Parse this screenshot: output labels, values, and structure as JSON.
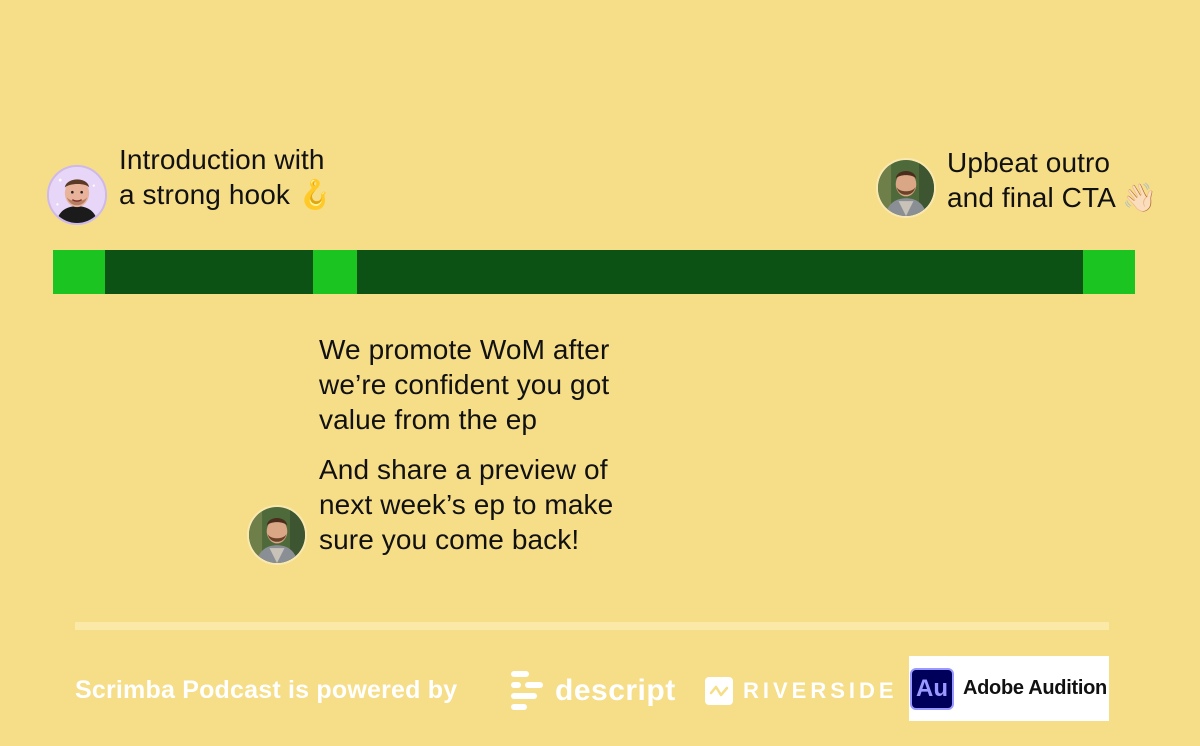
{
  "segments": [
    {
      "title": "Introduction with",
      "subtitle": "a strong hook",
      "emoji": "🪝"
    },
    {
      "title": "Upbeat outro",
      "subtitle": "and final CTA",
      "emoji": "👋🏻"
    }
  ],
  "middle_note": {
    "line1": "We promote WoM after",
    "line2": "we’re confident you got",
    "line3": "value from the ep",
    "line4": "And share a preview of",
    "line5": "next week’s ep to make",
    "line6": "sure you come back!"
  },
  "timeline": {
    "bright_color": "#1cc421",
    "dark_color": "#0d5215"
  },
  "footer": {
    "powered_by": "Scrimba Podcast is powered by",
    "descript": "descript",
    "riverside": "RIVERSIDE",
    "audition_tile": "Au",
    "audition": "Adobe Audition"
  },
  "colors": {
    "background": "#f6dd87",
    "audition_tile": "#00005b",
    "audition_accent": "#9999ff"
  }
}
